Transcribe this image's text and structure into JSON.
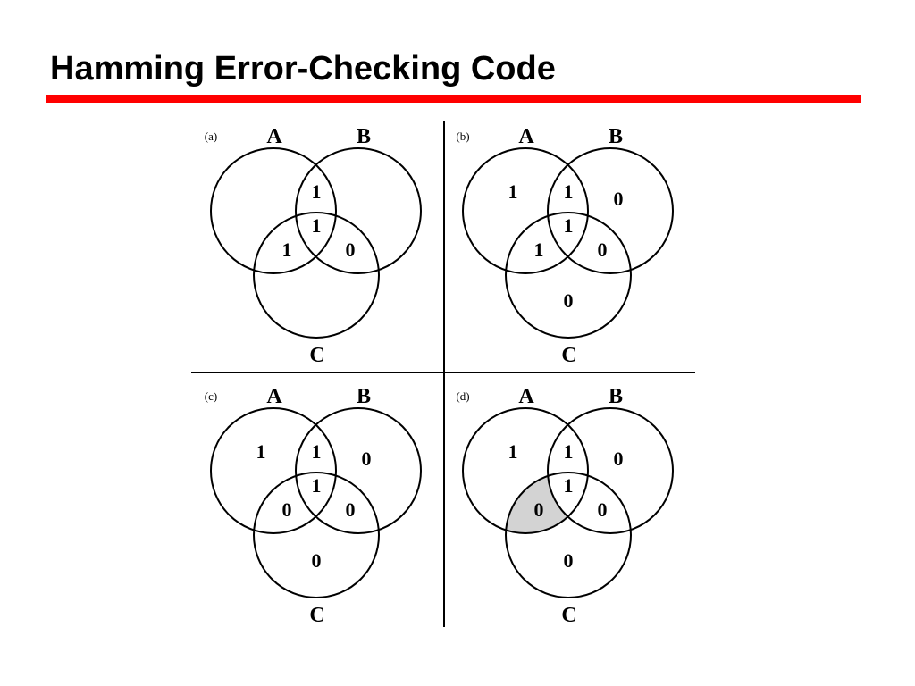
{
  "title": "Hamming Error-Checking Code",
  "colors": {
    "accent": "#ff0000",
    "highlight": "#d3d3d3",
    "ink": "#000000"
  },
  "set_labels": {
    "a": "A",
    "b": "B",
    "c": "C"
  },
  "panels": [
    {
      "id": "a",
      "label": "(a)",
      "highlight": "",
      "bits": {
        "a_only": "",
        "b_only": "",
        "c_only": "",
        "ab": "1",
        "abc": "1",
        "ac": "1",
        "bc": "0"
      }
    },
    {
      "id": "b",
      "label": "(b)",
      "highlight": "",
      "bits": {
        "a_only": "1",
        "b_only": "0",
        "c_only": "0",
        "ab": "1",
        "abc": "1",
        "ac": "1",
        "bc": "0"
      }
    },
    {
      "id": "c",
      "label": "(c)",
      "highlight": "",
      "bits": {
        "a_only": "1",
        "b_only": "0",
        "c_only": "0",
        "ab": "1",
        "abc": "1",
        "ac": "0",
        "bc": "0"
      }
    },
    {
      "id": "d",
      "label": "(d)",
      "highlight": "ac",
      "bits": {
        "a_only": "1",
        "b_only": "0",
        "c_only": "0",
        "ab": "1",
        "abc": "1",
        "ac": "0",
        "bc": "0"
      }
    }
  ]
}
